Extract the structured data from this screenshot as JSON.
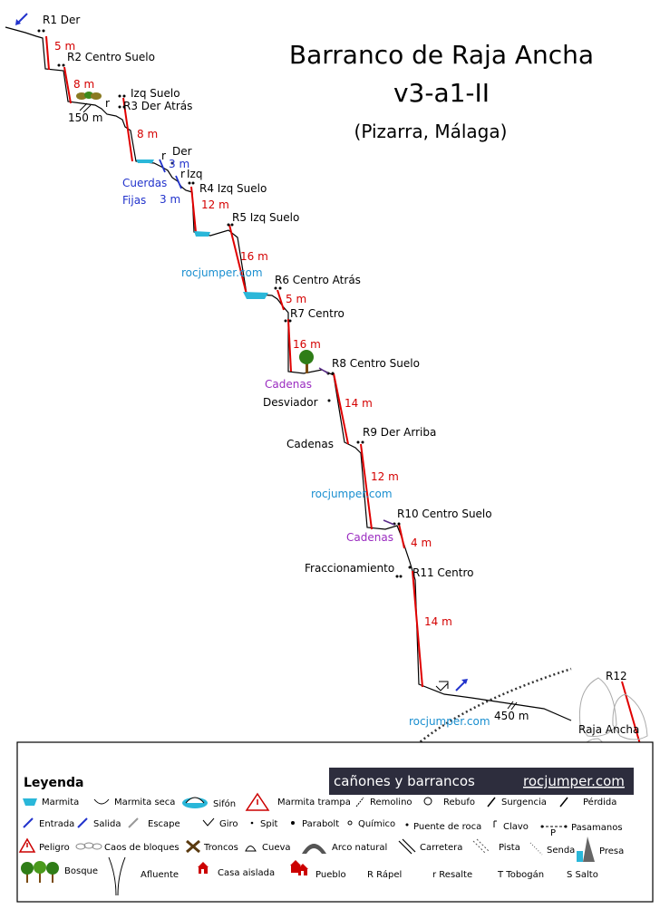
{
  "title": {
    "line1": "Barranco de Raja Ancha",
    "line2": "v3-a1-II",
    "line3": "(Pizarra, Málaga)"
  },
  "anchors": {
    "r1": "R1 Der",
    "r2": "R2 Centro Suelo",
    "izq_suelo": "Izq Suelo",
    "r3": "R3 Der Atrás",
    "der": "Der",
    "izq": "Izq",
    "r4": "R4 Izq Suelo",
    "r5": "R5 Izq Suelo",
    "r6": "R6 Centro Atrás",
    "r7": "R7 Centro",
    "r8": "R8 Centro Suelo",
    "r9": "R9 Der Arriba",
    "r10": "R10 Centro Suelo",
    "r11": "R11 Centro",
    "r12": "R12"
  },
  "drops": {
    "d1": "5 m",
    "d2": "8 m",
    "d3": "8 m",
    "d4": "3 m",
    "d5": "12 m",
    "d6": "16 m",
    "d7": "5 m",
    "d8": "16 m",
    "d9": "14 m",
    "d10": "12 m",
    "d11": "4 m",
    "d12": "14 m",
    "fixed": "3 m"
  },
  "notes": {
    "dist1": "150 m",
    "dist2": "450 m",
    "r_small": "r",
    "r_small2": "r",
    "r_small3": "r",
    "cuerdas": "Cuerdas",
    "fijas": "Fijas",
    "cadenas1": "Cadenas",
    "desviador": "Desviador",
    "cadenas2": "Cadenas",
    "cadenas3": "Cadenas",
    "fraccionamiento": "Fraccionamiento",
    "raja_ancha": "Raja Ancha",
    "watermark": "rocjumper.com"
  },
  "legend": {
    "heading": "Leyenda",
    "banner_left": "cañones y barrancos",
    "banner_right": "rocjumper.com",
    "row1": [
      "Marmita",
      "Marmita seca",
      "Sifón",
      "Marmita trampa",
      "Remolino",
      "Rebufo",
      "Surgencia",
      "Pérdida"
    ],
    "row2": [
      "Entrada",
      "Salida",
      "Escape",
      "Giro",
      "Spit",
      "Parabolt",
      "Químico",
      "Puente de roca",
      "Clavo",
      "Pasamanos"
    ],
    "row3": [
      "Peligro",
      "Caos de bloques",
      "Troncos",
      "Cueva",
      "Arco natural",
      "Carretera",
      "Pista",
      "Senda",
      "Presa"
    ],
    "row4": [
      "Bosque",
      "Afluente",
      "Casa aislada",
      "Pueblo",
      "R Rápel",
      "r Resalte",
      "T Tobogán",
      "S Salto"
    ],
    "pasamanos_letter": "P"
  },
  "colors": {
    "rappel": "#e00000",
    "water": "#2ab7d9",
    "watermark": "#1a8fd0",
    "chain_label": "#9a2bc0",
    "fixed_rope": "#2233cc"
  }
}
